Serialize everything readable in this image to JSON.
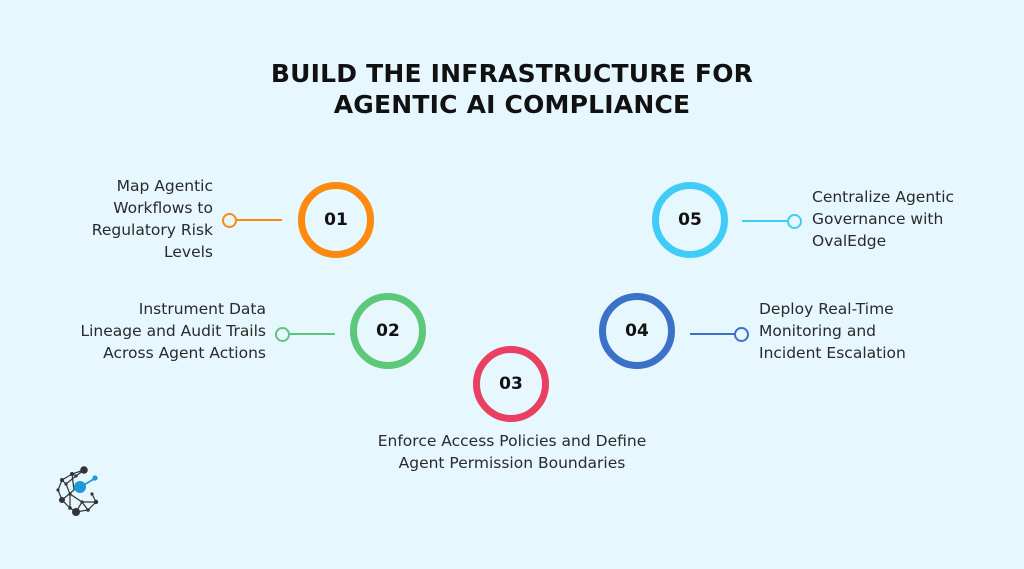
{
  "title": {
    "line1": "BUILD THE INFRASTRUCTURE FOR",
    "line2": "AGENTIC AI COMPLIANCE"
  },
  "steps": [
    {
      "number": "01",
      "color": "#fb8a0f",
      "lines": [
        "Map Agentic",
        "Workflows to",
        "Regulatory Risk",
        "Levels"
      ]
    },
    {
      "number": "02",
      "color": "#5dc87a",
      "lines": [
        "Instrument Data",
        "Lineage and Audit Trails",
        "Across Agent Actions"
      ]
    },
    {
      "number": "03",
      "color": "#e93f62",
      "lines": [
        "Enforce Access Policies and Define",
        "Agent Permission Boundaries"
      ]
    },
    {
      "number": "04",
      "color": "#3b72c8",
      "lines": [
        "Deploy Real-Time",
        "Monitoring and",
        "Incident Escalation"
      ]
    },
    {
      "number": "05",
      "color": "#3fcdf7",
      "lines": [
        "Centralize Agentic",
        "Governance with",
        "OvalEdge"
      ]
    }
  ],
  "logo": {
    "icon": "network-nodes-logo-icon",
    "accent": "#1e9ad6",
    "dark": "#333333"
  }
}
